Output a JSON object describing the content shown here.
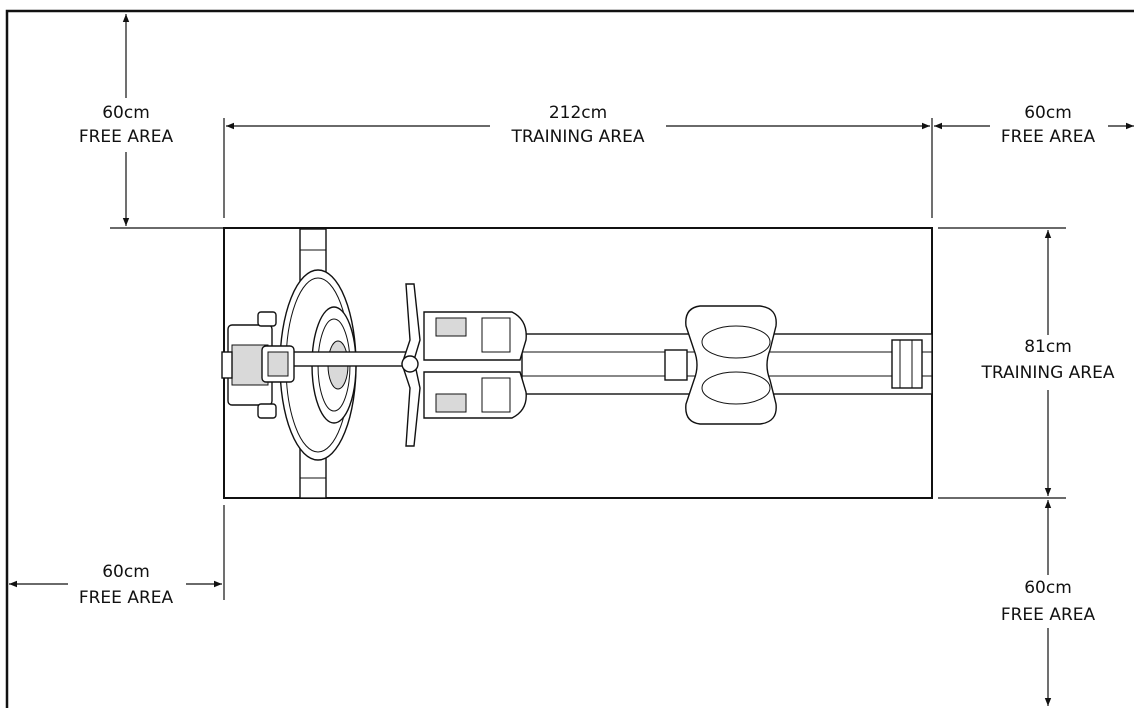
{
  "dimensions": {
    "top_left_free": {
      "value": "60cm",
      "label": "FREE AREA"
    },
    "top_training": {
      "value": "212cm",
      "label": "TRAINING AREA"
    },
    "top_right_free": {
      "value": "60cm",
      "label": "FREE AREA"
    },
    "right_training": {
      "value": "81cm",
      "label": "TRAINING AREA"
    },
    "bottom_left_free": {
      "value": "60cm",
      "label": "FREE AREA"
    },
    "bottom_right_free": {
      "value": "60cm",
      "label": "FREE AREA"
    }
  },
  "colors": {
    "line": "#111111",
    "background": "#ffffff"
  }
}
